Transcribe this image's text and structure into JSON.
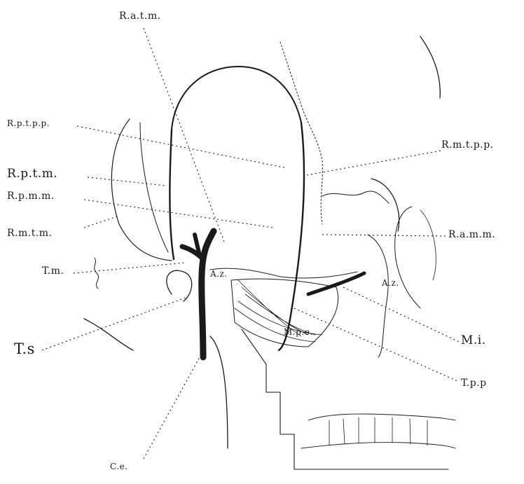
{
  "labels": {
    "r_a_t_m": "R.a.t.m.",
    "r_p_t_p_p": "R.p.t.p.p.",
    "r_p_t_m": "R.p.t.m.",
    "r_p_m_m": "R.p.m.m.",
    "r_m_t_m": "R.m.t.m.",
    "r_m_t_p_p": "R.m.t.p.p.",
    "r_a_m_m": "R.a.m.m.",
    "t_m": "T.m.",
    "t_s": "T.s",
    "c_e": "C.e.",
    "a_z": "A.z.",
    "a_z_right": "A.z.",
    "m_p_e": "M.p.e.",
    "m_i": "M.i.",
    "t_p_p": "T.p.p"
  },
  "colors": {
    "ink": "#1a1a1a",
    "paper": "#ffffff"
  }
}
